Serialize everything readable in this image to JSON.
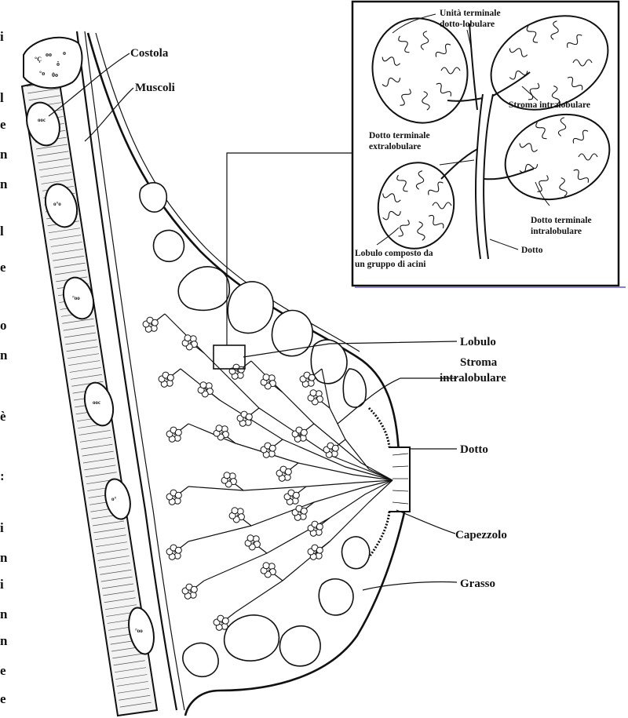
{
  "labels": {
    "costola": "Costola",
    "muscoli": "Muscoli",
    "lobulo": "Lobulo",
    "stroma_line1": "Stroma",
    "stroma_line2": "intralobulare",
    "dotto": "Dotto",
    "capezzolo": "Capezzolo",
    "grasso": "Grasso"
  },
  "inset": {
    "unita_line1": "Unità terminale",
    "unita_line2": "dotto-lobulare",
    "stroma": "Stroma intralobulare",
    "extra_line1": "Dotto terminale",
    "extra_line2": "extralobulare",
    "intra_line1": "Dotto terminale",
    "intra_line2": "intralobulare",
    "dotto": "Dotto",
    "lobulo_line1": "Lobulo composto da",
    "lobulo_line2": "un gruppo di acini"
  },
  "margin_text": {
    "chars": [
      "i",
      "l",
      "e",
      "n",
      "n",
      "l",
      "e",
      "o",
      "n",
      "è",
      ":",
      "i",
      "n",
      "i",
      "n",
      "n",
      "e",
      "e"
    ]
  },
  "colors": {
    "ink": "#111111",
    "paper": "#ffffff",
    "frame": "#222222",
    "accent": "#8a7fd8"
  }
}
